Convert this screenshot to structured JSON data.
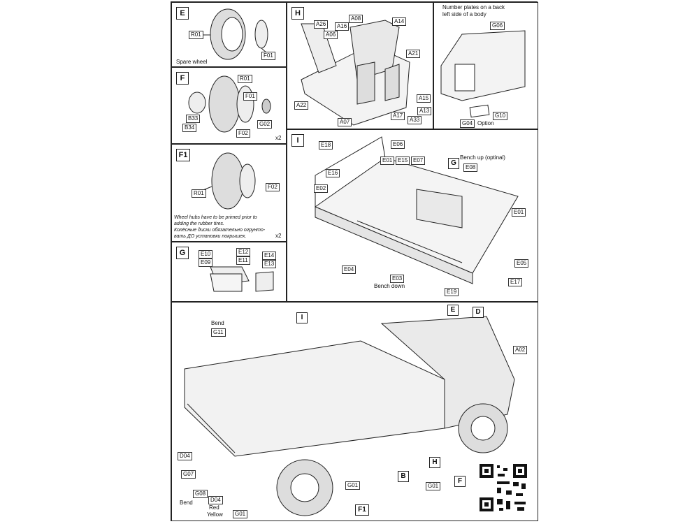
{
  "panels": {
    "e": {
      "letter": "E",
      "labels": [
        "R01",
        "F01"
      ],
      "caption": "Spare wheel"
    },
    "f": {
      "letter": "F",
      "labels": [
        "R01",
        "F01",
        "B33",
        "B34",
        "F02",
        "G02"
      ],
      "multiplier": "x2"
    },
    "f1": {
      "letter": "F1",
      "labels": [
        "R01",
        "F02"
      ],
      "note": "Wheel hubs have to be primed prior to\nadding the rubber tires.\nКолёсные диски обязательно огрунто-\nвать ДО установки покрышек.",
      "multiplier": "x2"
    },
    "g": {
      "letter": "G",
      "labels": [
        "E10",
        "E09",
        "E12",
        "E11",
        "E14",
        "E13"
      ]
    },
    "h": {
      "letter": "H",
      "labels": [
        "A26",
        "A16",
        "A08",
        "A14",
        "A06",
        "A21",
        "A15",
        "A13",
        "A22",
        "A17",
        "A33",
        "A07"
      ]
    },
    "plates": {
      "title": "Number plates on a back\nleft side of a body",
      "labels": [
        "G06",
        "G04",
        "G10"
      ],
      "option": "Option"
    },
    "i": {
      "letter": "I",
      "labels": [
        "E18",
        "E06",
        "E01",
        "E15",
        "E07",
        "E16",
        "E02",
        "E08",
        "E01",
        "E04",
        "E03",
        "E05",
        "E19",
        "E17"
      ],
      "bench_up": "Bench up (optinal)",
      "bench_up_box": "G",
      "bench_down": "Bench down"
    },
    "main": {
      "labels": {
        "i": "I",
        "e": "E",
        "d": "D",
        "a02": "A02",
        "g11": "G11",
        "d04": "D04",
        "g07": "G07",
        "g08": "G08",
        "d04b": "D04",
        "g01a": "G01",
        "g01b": "G01",
        "g01c": "G01",
        "b": "B",
        "h": "H",
        "f": "F",
        "f1": "F1"
      },
      "bend1": "Bend",
      "bend2": "Bend",
      "red": "Red",
      "yellow": "Yellow"
    }
  }
}
